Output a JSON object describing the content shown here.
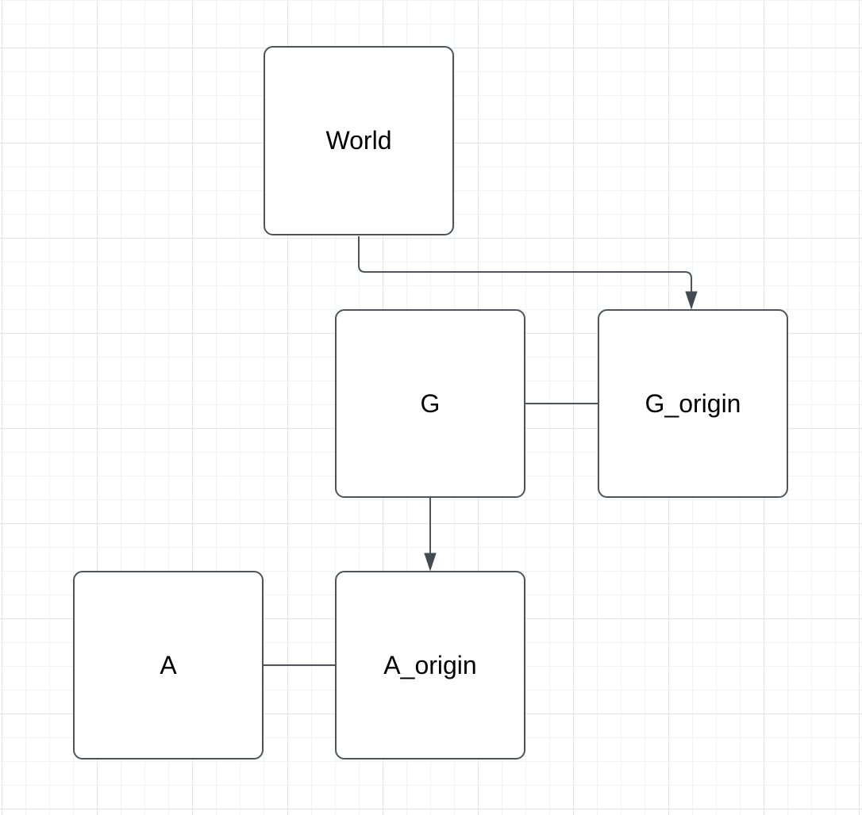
{
  "diagram": {
    "nodes": [
      {
        "id": "world",
        "label": "World"
      },
      {
        "id": "g",
        "label": "G"
      },
      {
        "id": "g_origin",
        "label": "G_origin"
      },
      {
        "id": "a",
        "label": "A"
      },
      {
        "id": "a_origin",
        "label": "A_origin"
      }
    ],
    "edges": [
      {
        "id": "world-to-g_origin",
        "from": "World",
        "to": "G_origin",
        "arrow": "true",
        "style": "orthogonal-elbow"
      },
      {
        "id": "g-to-g_origin",
        "from": "G",
        "to": "G_origin",
        "arrow": "false",
        "style": "straight-horizontal"
      },
      {
        "id": "g-to-a_origin",
        "from": "G",
        "to": "A_origin",
        "arrow": "true",
        "style": "straight-vertical"
      },
      {
        "id": "a-to-a_origin",
        "from": "A",
        "to": "A_origin",
        "arrow": "false",
        "style": "straight-horizontal"
      }
    ],
    "colors": {
      "stroke": "#4d545c",
      "node_fill": "#ffffff",
      "text": "#000000",
      "grid_minor": "#f2f2f2",
      "grid_major": "#e4e4e4",
      "background": "#ffffff"
    }
  }
}
